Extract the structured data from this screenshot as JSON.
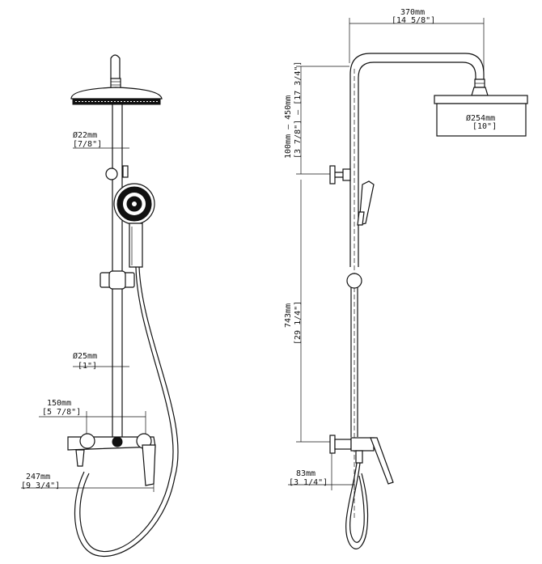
{
  "front_view": {
    "pipe_upper_diameter": {
      "mm": "Ø22mm",
      "inch": "[7/8\"]"
    },
    "pipe_lower_diameter": {
      "mm": "Ø25mm",
      "inch": "[1\"]"
    },
    "inlet_spacing": {
      "mm": "150mm",
      "inch": "[5 7/8\"]"
    },
    "mixer_width": {
      "mm": "247mm",
      "inch": "[9 3/4\"]"
    }
  },
  "side_view": {
    "arm_reach": {
      "mm": "370mm",
      "inch": "[14 5/8\"]"
    },
    "height_adjust": {
      "mm": "100mm — 450mm",
      "inch": "[3 7/8\"] — [17 3/4\"]"
    },
    "overhead_diameter": {
      "mm": "Ø254mm",
      "inch": "[10\"]"
    },
    "rail_height": {
      "mm": "743mm",
      "inch": "[29 1/4\"]"
    },
    "wall_offset": {
      "mm": "83mm",
      "inch": "[3 1/4\"]"
    }
  }
}
